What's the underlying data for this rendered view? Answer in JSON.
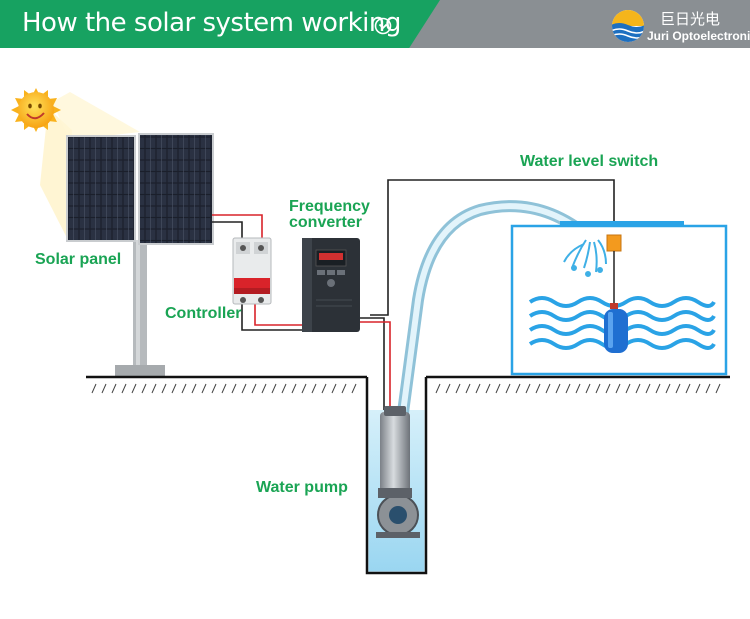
{
  "header": {
    "title": "How the solar system working",
    "brand_cn": "巨日光电",
    "brand_en": "Juri Optoelectronic"
  },
  "labels": {
    "solar_panel": "Solar panel",
    "controller": "Controller",
    "frequency_converter_1": "Frequency",
    "frequency_converter_2": "converter",
    "water_level_switch": "Water level switch",
    "water_pump": "Water pump"
  },
  "colors": {
    "header_green": "#17a261",
    "header_gray": "#8a8f93",
    "label_green": "#1aa454",
    "wire_red": "#d9232a",
    "water_blue": "#2aa3e6",
    "tank_border": "#2aa3e6"
  },
  "icons": [
    "chevron-down-icon",
    "sun-icon",
    "company-logo-icon"
  ]
}
